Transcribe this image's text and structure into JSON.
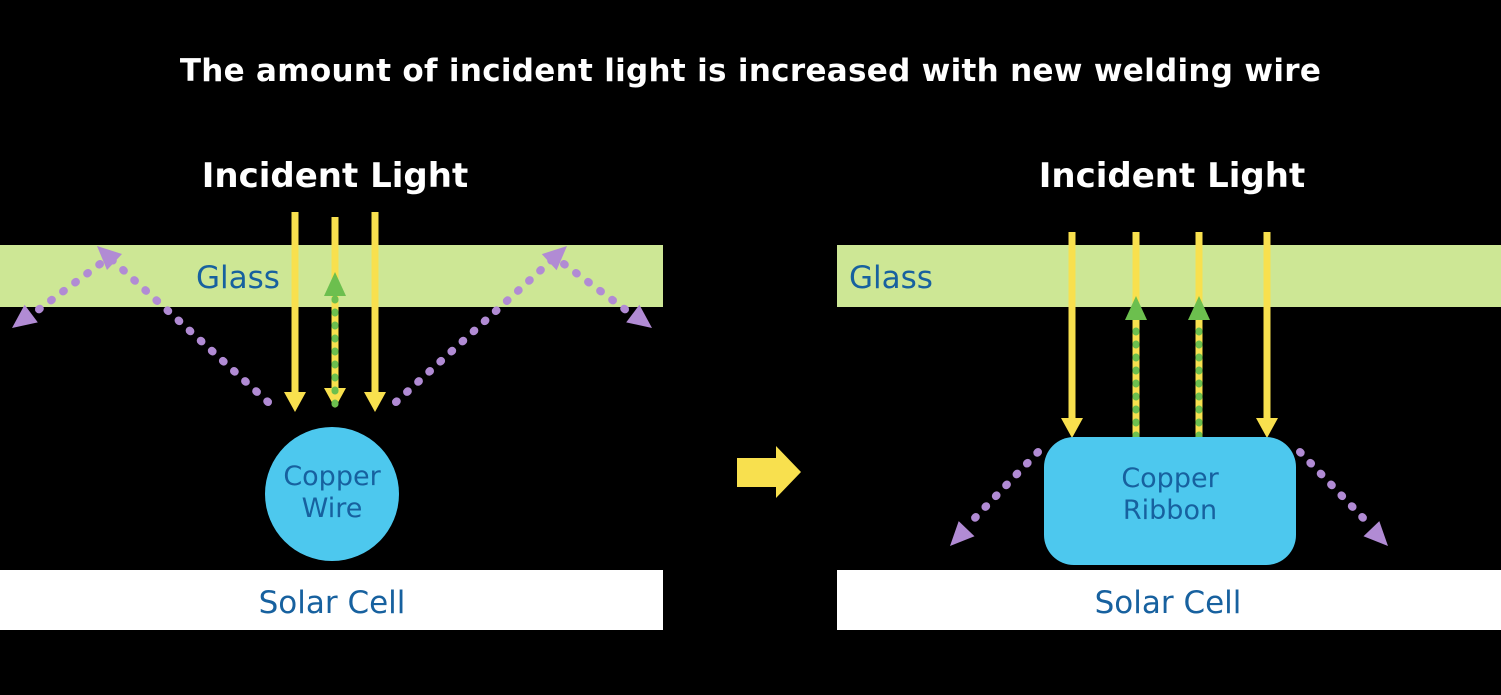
{
  "title": "The amount of incident light is increased with new welding wire",
  "colors": {
    "background": "#000000",
    "glass_green": "#cde795",
    "incident_light_yellow": "#f8e04e",
    "reflected_light_green": "#6cbf4e",
    "escaped_light_purple": "#b18bd4",
    "copper_cyan": "#4dc8ee",
    "label_blue": "#17619f",
    "solar_cell_white": "#ffffff"
  },
  "left_panel": {
    "incident_light": "Incident Light",
    "glass": "Glass",
    "copper_line1": "Copper",
    "copper_line2": "Wire",
    "solar_cell": "Solar Cell"
  },
  "right_panel": {
    "incident_light": "Incident Light",
    "glass": "Glass",
    "copper_line1": "Copper",
    "copper_line2": "Ribbon",
    "solar_cell": "Solar Cell"
  }
}
